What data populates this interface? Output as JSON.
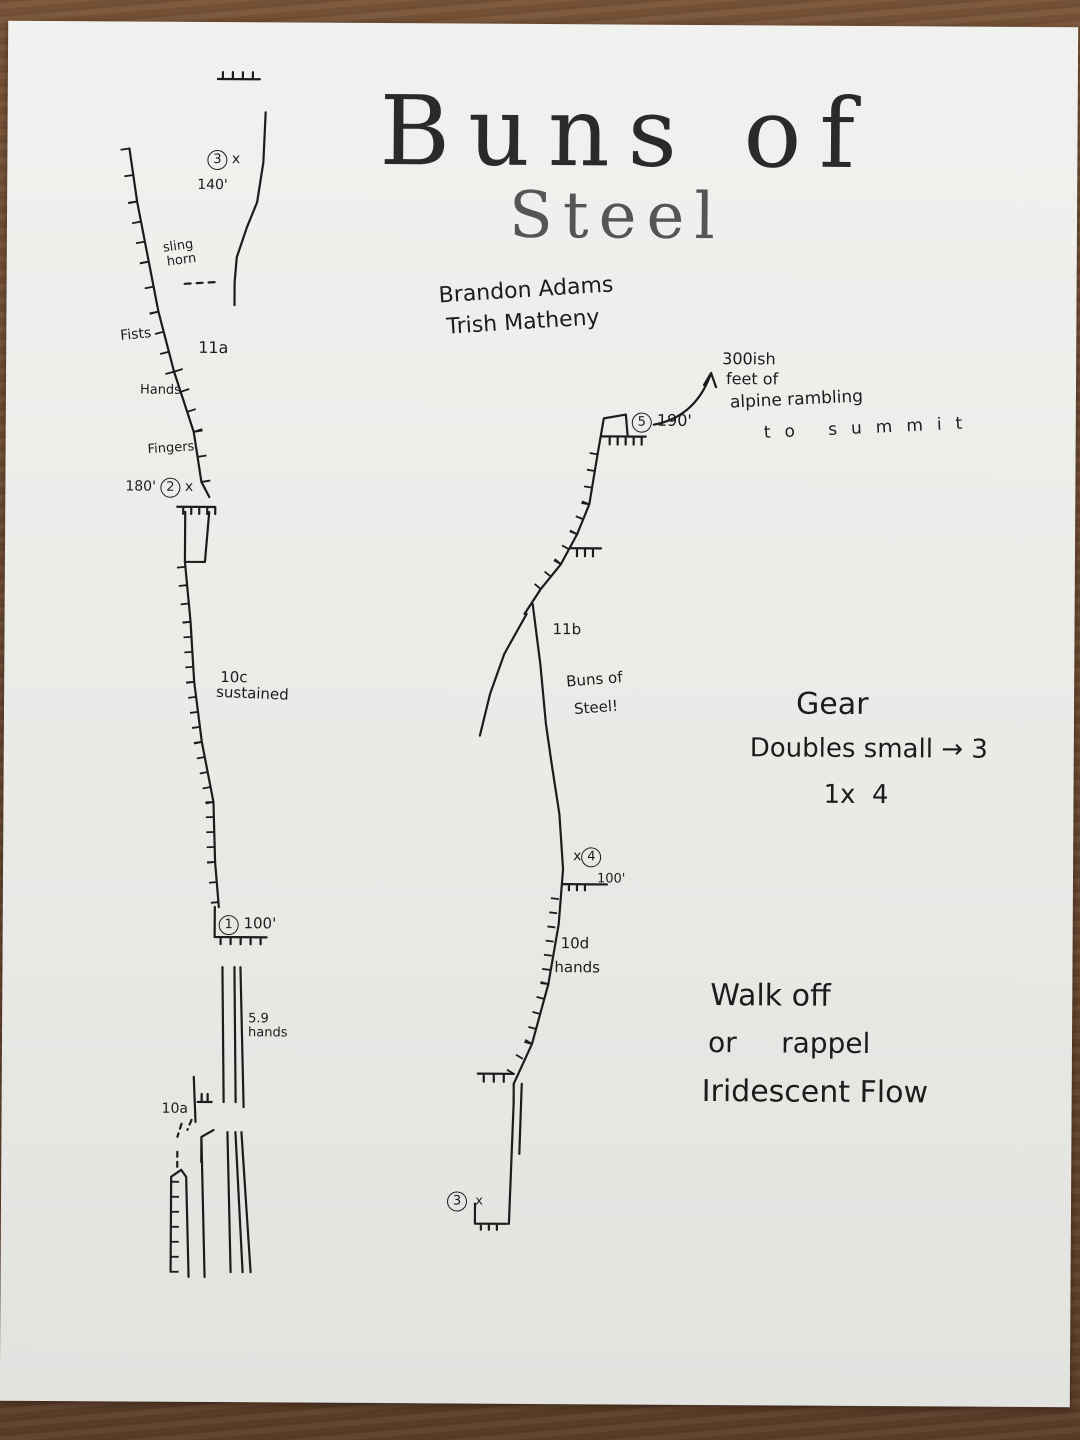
{
  "title": {
    "line1": "Buns of",
    "line2": "Steel"
  },
  "authors": [
    "Brandon Adams",
    "Trish Matheny"
  ],
  "pitches": [
    {
      "number": "1",
      "length": "100'"
    },
    {
      "number": "2",
      "length": "180'"
    },
    {
      "number": "3",
      "length": "140'"
    },
    {
      "number": "3",
      "length": ""
    },
    {
      "number": "4",
      "length": "100'"
    },
    {
      "number": "5",
      "length": "190'"
    }
  ],
  "labels": {
    "p59": [
      "5.9",
      "hands"
    ],
    "p10a": "10a",
    "p10c": [
      "10c",
      "sustained"
    ],
    "p11a": "11a",
    "fists": "Fists",
    "hands": "Hands",
    "fingers": "Fingers",
    "sling_horn": [
      "sling",
      "horn"
    ],
    "p10d": [
      "10d",
      "hands"
    ],
    "p11b": "11b",
    "buns": [
      "Buns of",
      "Steel!"
    ],
    "summit": [
      "300ish",
      "feet of",
      "alpine rambling",
      "to summit"
    ],
    "anchor_mark": "x"
  },
  "gear": {
    "heading": "Gear",
    "line1": "Doubles small → 3",
    "line2": "1x  4"
  },
  "descent": {
    "line1": "Walk off",
    "line2": "or     rappel",
    "line3": "Iridescent Flow"
  },
  "colors": {
    "ink": "#1c1c1c",
    "paper": "#ededeb",
    "wood": "#6b4a32"
  }
}
